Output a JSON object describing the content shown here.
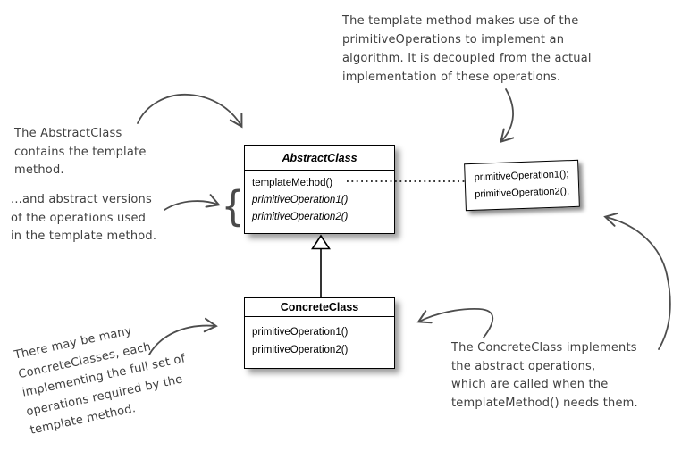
{
  "annotations": {
    "template_method_note": "The template method makes use of the\nprimitiveOperations to implement an\nalgorithm.  It is decoupled from the actual\nimplementation of these operations.",
    "abstract_class_note": "The AbstractClass\ncontains the template\nmethod.",
    "abstract_ops_note": "...and abstract versions\nof the operations used\nin the template method.",
    "many_concrete_note": "There may be many\nConcreteClasses, each\nimplementing the full set of\noperations required by the\ntemplate method.",
    "concrete_impl_note": "The ConcreteClass implements\nthe abstract operations,\nwhich are called when the\ntemplateMethod() needs them."
  },
  "uml": {
    "abstract_class": {
      "name": "AbstractClass",
      "methods": [
        "templateMethod()",
        "primitiveOperation1()",
        "primitiveOperation2()"
      ]
    },
    "concrete_class": {
      "name": "ConcreteClass",
      "methods": [
        "primitiveOperation1()",
        "primitiveOperation2()"
      ]
    }
  },
  "code_note": {
    "lines": [
      "primitiveOperation1();",
      "primitiveOperation2();"
    ]
  },
  "brace_glyph": "{",
  "colors": {
    "ink": "#3f3f3f",
    "arrow": "#4d4d4d",
    "box_border": "#000000",
    "background": "#ffffff"
  }
}
